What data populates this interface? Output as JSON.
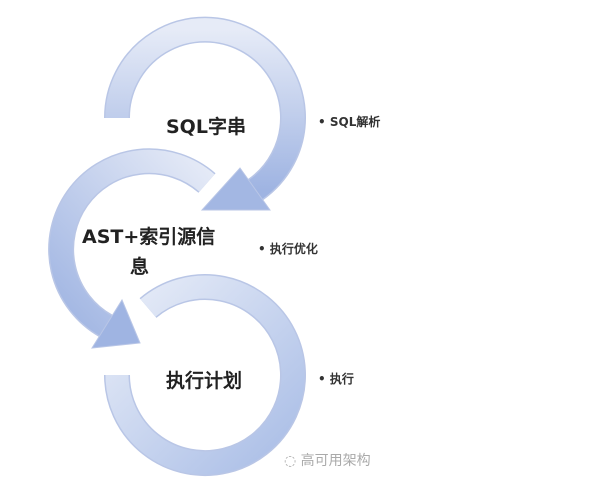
{
  "stages": [
    {
      "label": "SQL字串",
      "step": "SQL解析"
    },
    {
      "label": "AST+索引源信",
      "label_line2": "息",
      "step": "执行优化"
    },
    {
      "label": "执行计划",
      "step": "执行"
    }
  ],
  "bullet": "•",
  "watermark": "高可用架构",
  "colors": {
    "ring_light": "#e6ebf7",
    "ring_dark": "#9fb4e2",
    "ring_edge": "#b9c6e6"
  }
}
